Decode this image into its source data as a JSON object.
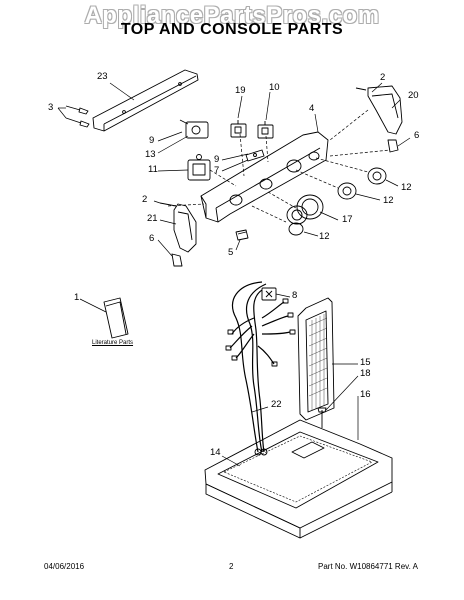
{
  "watermark": "AppliancePartsPros.com",
  "title": "TOP AND CONSOLE PARTS",
  "footer": {
    "date": "04/06/2016",
    "page": "2",
    "part_no": "Part No. W10864771  Rev. A"
  },
  "literature_label": "Literature Parts",
  "callouts": {
    "c23": "23",
    "c3": "3",
    "c19": "19",
    "c10": "10",
    "c4": "4",
    "c2a": "2",
    "c20": "20",
    "c6a": "6",
    "c9a": "9",
    "c13": "13",
    "c9b": "9",
    "c7": "7",
    "c11": "11",
    "c12a": "12",
    "c2b": "2",
    "c12b": "12",
    "c21": "21",
    "c17": "17",
    "c12c": "12",
    "c6b": "6",
    "c5": "5",
    "c8": "8",
    "c1": "1",
    "c15": "15",
    "c18": "18",
    "c16": "16",
    "c22": "22",
    "c14": "14"
  }
}
